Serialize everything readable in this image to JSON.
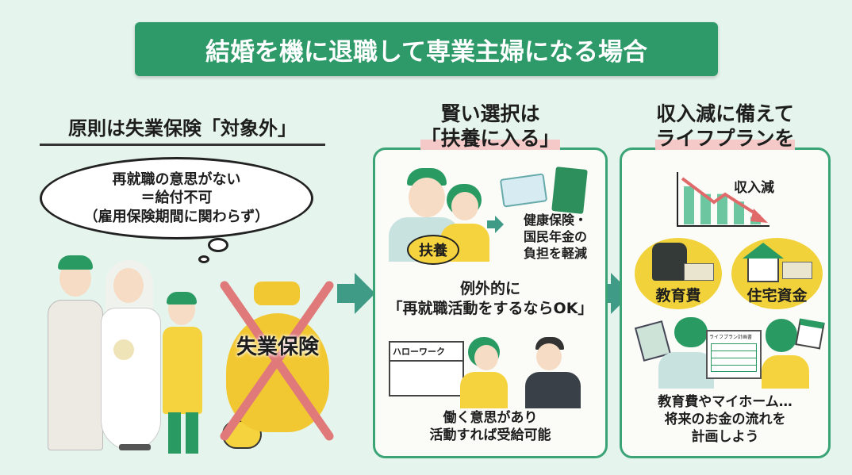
{
  "title": "結婚を機に退職して専業主婦になる場合",
  "left": {
    "heading": "原則は失業保険「対象外」",
    "bubble": [
      "再就職の意思がない",
      "＝給付不可",
      "（雇用保険期間に関わらず）"
    ],
    "bag_label": "失業保険"
  },
  "middle": {
    "heading": [
      "賢い選択は",
      "「扶養に入る」"
    ],
    "fuyou": "扶養",
    "benefit": [
      "健康保険・",
      "国民年金の",
      "負担を軽減"
    ],
    "exception_heading": [
      "例外的に",
      "「再就職活動をするならOK」"
    ],
    "sign": "ハローワーク",
    "bottom": [
      "働く意思があり",
      "活動すれば受給可能"
    ]
  },
  "right": {
    "heading": [
      "収入減に備えて",
      "ライフプランを"
    ],
    "income_drop": "収入減",
    "education": "教育費",
    "housing": "住宅資金",
    "sheet": "ライフプラン計画書",
    "bottom": [
      "教育費やマイホーム…",
      "将来のお金の流れを",
      "計画しよう"
    ]
  },
  "chart_data": {
    "type": "bar",
    "values": [
      5,
      4,
      4,
      3,
      1
    ],
    "title": "収入減"
  }
}
